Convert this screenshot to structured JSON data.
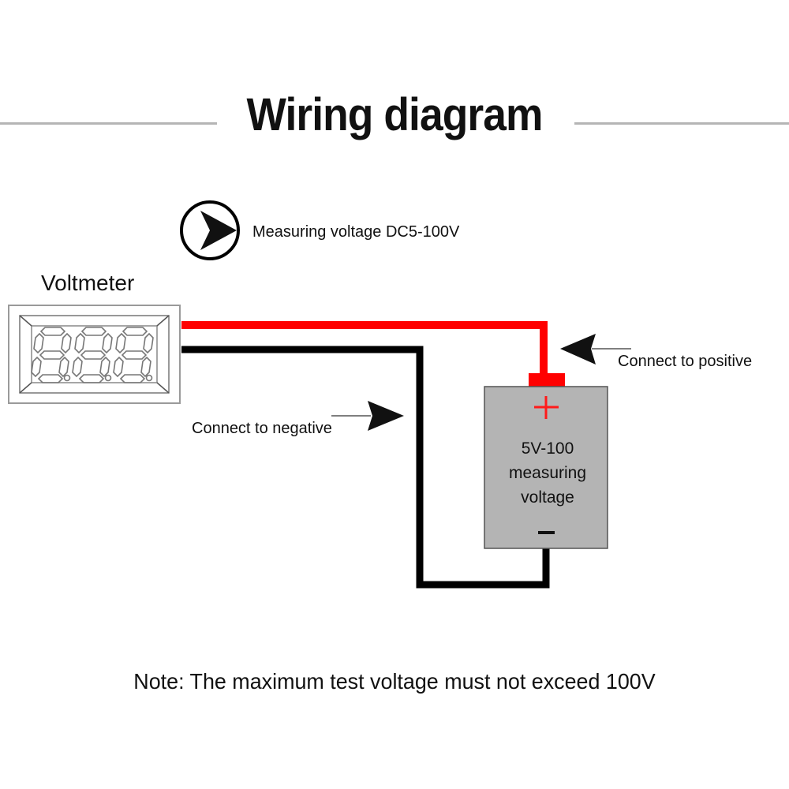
{
  "title": "Wiring diagram",
  "legend": {
    "icon": "circle-arrow-right-icon",
    "text": "Measuring voltage DC5-100V"
  },
  "voltmeter": {
    "label": "Voltmeter",
    "display_digits": "8.8.8."
  },
  "wires": {
    "positive_color": "#ff0000",
    "negative_color": "#000000"
  },
  "annotations": {
    "positive": "Connect to positive",
    "negative": "Connect to negative"
  },
  "source": {
    "plus_symbol": "+",
    "minus_symbol": "−",
    "line1": "5V-100",
    "line2": "measuring",
    "line3": "voltage",
    "fill_color": "#b4b4b4",
    "plus_color": "#ff1a1a"
  },
  "note": "Note: The maximum test voltage must not exceed 100V"
}
